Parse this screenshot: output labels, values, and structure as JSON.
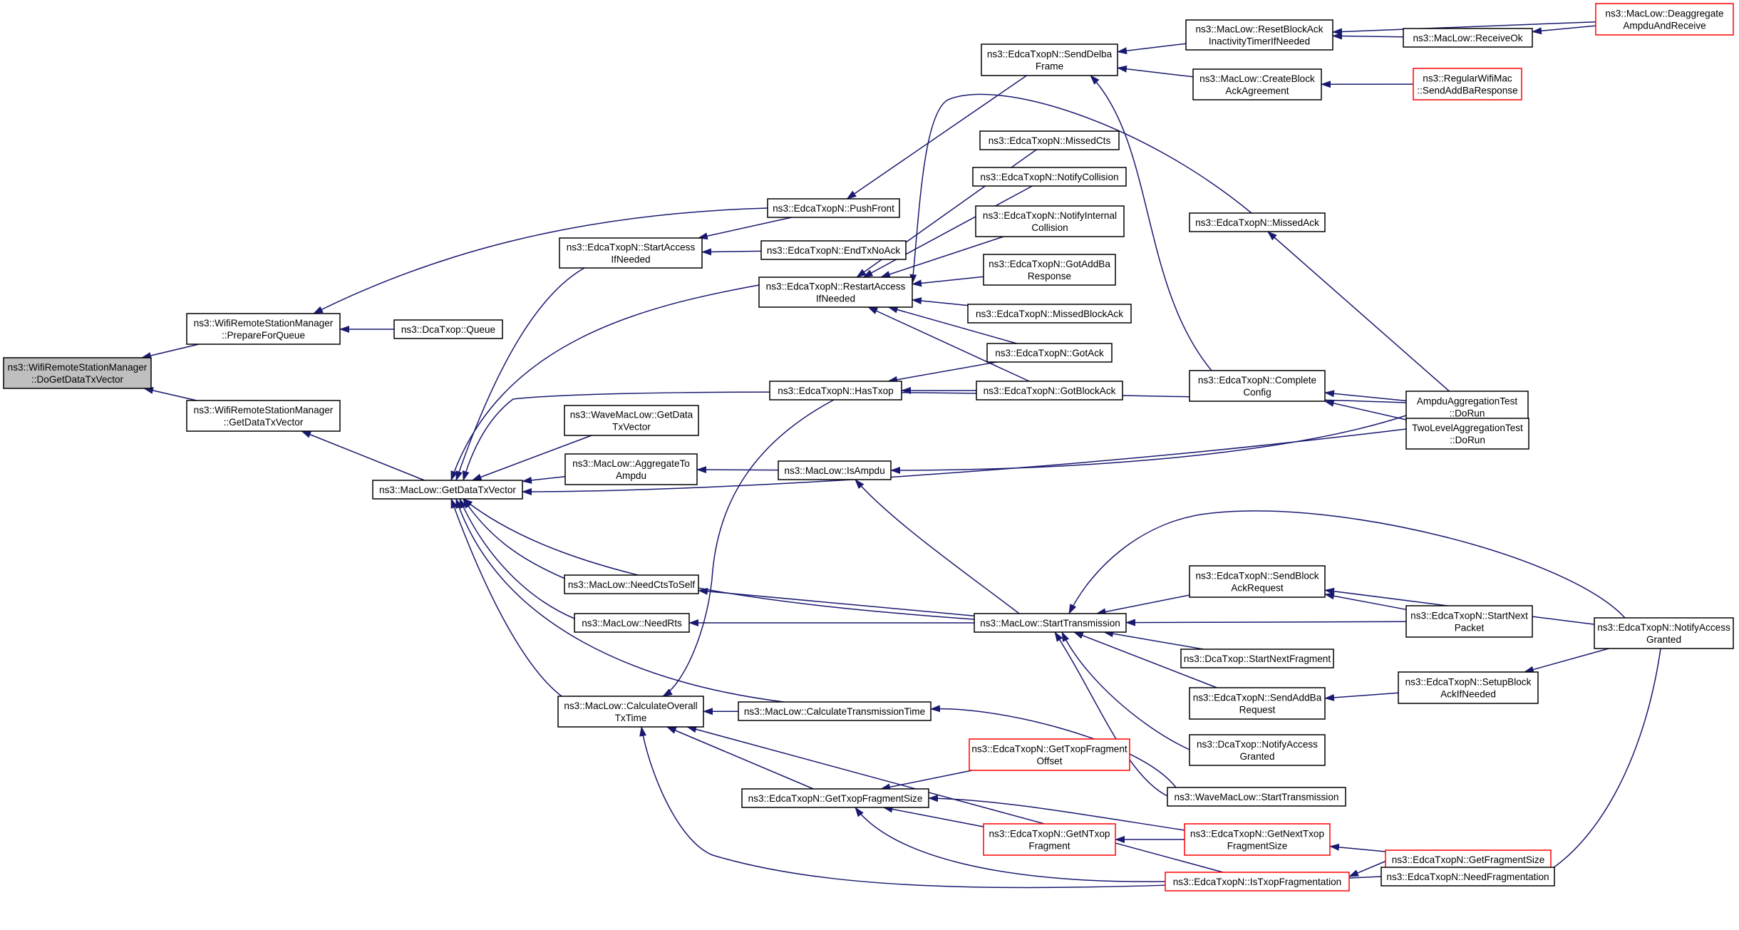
{
  "colors": {
    "edge": "#191970",
    "root_fill": "#bfbfbf",
    "truncated_border": "#ff0000",
    "node_border": "#000000",
    "background": "#ffffff"
  },
  "nodes": [
    {
      "id": "root",
      "lines": [
        "ns3::WifiRemoteStationManager",
        "::DoGetDataTxVector"
      ],
      "root": true
    },
    {
      "id": "prepareForQueue",
      "lines": [
        "ns3::WifiRemoteStationManager",
        "::PrepareForQueue"
      ]
    },
    {
      "id": "wrsmGetDataTxVector",
      "lines": [
        "ns3::WifiRemoteStationManager",
        "::GetDataTxVector"
      ]
    },
    {
      "id": "dcaQueue",
      "lines": [
        "ns3::DcaTxop::Queue"
      ]
    },
    {
      "id": "macGetDataTxVector",
      "lines": [
        "ns3::MacLow::GetDataTxVector"
      ]
    },
    {
      "id": "startAccess",
      "lines": [
        "ns3::EdcaTxopN::StartAccess",
        "IfNeeded"
      ]
    },
    {
      "id": "pushFront",
      "lines": [
        "ns3::EdcaTxopN::PushFront"
      ]
    },
    {
      "id": "endTxNoAck",
      "lines": [
        "ns3::EdcaTxopN::EndTxNoAck"
      ]
    },
    {
      "id": "restartAccess",
      "lines": [
        "ns3::EdcaTxopN::RestartAccess",
        "IfNeeded"
      ]
    },
    {
      "id": "sendDelba",
      "lines": [
        "ns3::EdcaTxopN::SendDelba",
        "Frame"
      ]
    },
    {
      "id": "resetBlockAck",
      "lines": [
        "ns3::MacLow::ResetBlockAck",
        "InactivityTimerIfNeeded"
      ]
    },
    {
      "id": "createBlockAck",
      "lines": [
        "ns3::MacLow::CreateBlock",
        "AckAgreement"
      ]
    },
    {
      "id": "receiveOk",
      "lines": [
        "ns3::MacLow::ReceiveOk"
      ]
    },
    {
      "id": "deaggregate",
      "lines": [
        "ns3::MacLow::Deaggregate",
        "AmpduAndReceive"
      ],
      "truncated": true
    },
    {
      "id": "sendAddBaResp",
      "lines": [
        "ns3::RegularWifiMac",
        "::SendAddBaResponse"
      ],
      "truncated": true
    },
    {
      "id": "missedCts",
      "lines": [
        "ns3::EdcaTxopN::MissedCts"
      ]
    },
    {
      "id": "notifyCollision",
      "lines": [
        "ns3::EdcaTxopN::NotifyCollision"
      ]
    },
    {
      "id": "notifyInternal",
      "lines": [
        "ns3::EdcaTxopN::NotifyInternal",
        "Collision"
      ]
    },
    {
      "id": "gotAddBa",
      "lines": [
        "ns3::EdcaTxopN::GotAddBa",
        "Response"
      ]
    },
    {
      "id": "missedBlockAck",
      "lines": [
        "ns3::EdcaTxopN::MissedBlockAck"
      ]
    },
    {
      "id": "gotAck",
      "lines": [
        "ns3::EdcaTxopN::GotAck"
      ]
    },
    {
      "id": "gotBlockAck",
      "lines": [
        "ns3::EdcaTxopN::GotBlockAck"
      ]
    },
    {
      "id": "missedAck",
      "lines": [
        "ns3::EdcaTxopN::MissedAck"
      ]
    },
    {
      "id": "completeConfig",
      "lines": [
        "ns3::EdcaTxopN::Complete",
        "Config"
      ]
    },
    {
      "id": "hasTxop",
      "lines": [
        "ns3::EdcaTxopN::HasTxop"
      ]
    },
    {
      "id": "ampduTest",
      "lines": [
        "AmpduAggregationTest",
        "::DoRun"
      ]
    },
    {
      "id": "twoLevelTest",
      "lines": [
        "TwoLevelAggregationTest",
        "::DoRun"
      ]
    },
    {
      "id": "waveGetData",
      "lines": [
        "ns3::WaveMacLow::GetData",
        "TxVector"
      ]
    },
    {
      "id": "aggregateTo",
      "lines": [
        "ns3::MacLow::AggregateTo",
        "Ampdu"
      ]
    },
    {
      "id": "isAmpdu",
      "lines": [
        "ns3::MacLow::IsAmpdu"
      ]
    },
    {
      "id": "needCtsToSelf",
      "lines": [
        "ns3::MacLow::NeedCtsToSelf"
      ]
    },
    {
      "id": "needRts",
      "lines": [
        "ns3::MacLow::NeedRts"
      ]
    },
    {
      "id": "startTransmission",
      "lines": [
        "ns3::MacLow::StartTransmission"
      ]
    },
    {
      "id": "sendBlockAckReq",
      "lines": [
        "ns3::EdcaTxopN::SendBlock",
        "AckRequest"
      ]
    },
    {
      "id": "startNextPacket",
      "lines": [
        "ns3::EdcaTxopN::StartNext",
        "Packet"
      ]
    },
    {
      "id": "notifyAccessGranted",
      "lines": [
        "ns3::EdcaTxopN::NotifyAccess",
        "Granted"
      ]
    },
    {
      "id": "dcaStartNextFrag",
      "lines": [
        "ns3::DcaTxop::StartNextFragment"
      ]
    },
    {
      "id": "sendAddBaReq",
      "lines": [
        "ns3::EdcaTxopN::SendAddBa",
        "Request"
      ]
    },
    {
      "id": "setupBlockAck",
      "lines": [
        "ns3::EdcaTxopN::SetupBlock",
        "AckIfNeeded"
      ]
    },
    {
      "id": "dcaNotifyAccess",
      "lines": [
        "ns3::DcaTxop::NotifyAccess",
        "Granted"
      ]
    },
    {
      "id": "calcOverall",
      "lines": [
        "ns3::MacLow::CalculateOverall",
        "TxTime"
      ]
    },
    {
      "id": "calcTransTime",
      "lines": [
        "ns3::MacLow::CalculateTransmissionTime"
      ]
    },
    {
      "id": "waveStartTrans",
      "lines": [
        "ns3::WaveMacLow::StartTransmission"
      ]
    },
    {
      "id": "getTxopFragOffset",
      "lines": [
        "ns3::EdcaTxopN::GetTxopFragment",
        "Offset"
      ],
      "truncated": true
    },
    {
      "id": "getTxopFragSize",
      "lines": [
        "ns3::EdcaTxopN::GetTxopFragmentSize"
      ]
    },
    {
      "id": "getNTxopFrag",
      "lines": [
        "ns3::EdcaTxopN::GetNTxop",
        "Fragment"
      ],
      "truncated": true
    },
    {
      "id": "getNextTxopFragSize",
      "lines": [
        "ns3::EdcaTxopN::GetNextTxop",
        "FragmentSize"
      ],
      "truncated": true
    },
    {
      "id": "getFragmentSize",
      "lines": [
        "ns3::EdcaTxopN::GetFragmentSize"
      ],
      "truncated": true
    },
    {
      "id": "isTxopFrag",
      "lines": [
        "ns3::EdcaTxopN::IsTxopFragmentation"
      ],
      "truncated": true
    },
    {
      "id": "needFragmentation",
      "lines": [
        "ns3::EdcaTxopN::NeedFragmentation"
      ]
    }
  ],
  "edges": [
    [
      "prepareForQueue",
      "root"
    ],
    [
      "wrsmGetDataTxVector",
      "root"
    ],
    [
      "dcaQueue",
      "prepareForQueue"
    ],
    [
      "pushFront",
      "prepareForQueue"
    ],
    [
      "macGetDataTxVector",
      "wrsmGetDataTxVector"
    ],
    [
      "startAccess",
      "macGetDataTxVector"
    ],
    [
      "restartAccess",
      "macGetDataTxVector"
    ],
    [
      "waveGetData",
      "macGetDataTxVector"
    ],
    [
      "aggregateTo",
      "macGetDataTxVector"
    ],
    [
      "twoLevelTest",
      "macGetDataTxVector"
    ],
    [
      "startTransmission",
      "macGetDataTxVector"
    ],
    [
      "needCtsToSelf",
      "macGetDataTxVector"
    ],
    [
      "needRts",
      "macGetDataTxVector"
    ],
    [
      "calcOverall",
      "macGetDataTxVector"
    ],
    [
      "calcTransTime",
      "macGetDataTxVector"
    ],
    [
      "pushFront",
      "startAccess"
    ],
    [
      "endTxNoAck",
      "startAccess"
    ],
    [
      "sendDelba",
      "pushFront"
    ],
    [
      "resetBlockAck",
      "sendDelba"
    ],
    [
      "createBlockAck",
      "sendDelba"
    ],
    [
      "receiveOk",
      "resetBlockAck"
    ],
    [
      "deaggregate",
      "resetBlockAck"
    ],
    [
      "deaggregate",
      "receiveOk"
    ],
    [
      "sendAddBaResp",
      "createBlockAck"
    ],
    [
      "missedCts",
      "restartAccess"
    ],
    [
      "notifyCollision",
      "restartAccess"
    ],
    [
      "notifyInternal",
      "restartAccess"
    ],
    [
      "gotAddBa",
      "restartAccess"
    ],
    [
      "missedBlockAck",
      "restartAccess"
    ],
    [
      "gotAck",
      "restartAccess"
    ],
    [
      "gotBlockAck",
      "restartAccess"
    ],
    [
      "missedAck",
      "restartAccess"
    ],
    [
      "ampduTest",
      "macGetDataTxVector"
    ],
    [
      "gotAck",
      "hasTxop"
    ],
    [
      "gotBlockAck",
      "hasTxop"
    ],
    [
      "ampduTest",
      "missedAck"
    ],
    [
      "completeConfig",
      "sendDelba"
    ],
    [
      "ampduTest",
      "completeConfig"
    ],
    [
      "twoLevelTest",
      "completeConfig"
    ],
    [
      "isAmpdu",
      "aggregateTo"
    ],
    [
      "ampduTest",
      "isAmpdu"
    ],
    [
      "startTransmission",
      "isAmpdu"
    ],
    [
      "startTransmission",
      "needCtsToSelf"
    ],
    [
      "startTransmission",
      "needRts"
    ],
    [
      "sendBlockAckReq",
      "startTransmission"
    ],
    [
      "startNextPacket",
      "startTransmission"
    ],
    [
      "notifyAccessGranted",
      "startTransmission"
    ],
    [
      "dcaStartNextFrag",
      "startTransmission"
    ],
    [
      "sendAddBaReq",
      "startTransmission"
    ],
    [
      "dcaNotifyAccess",
      "startTransmission"
    ],
    [
      "waveStartTrans",
      "startTransmission"
    ],
    [
      "startNextPacket",
      "sendBlockAckReq"
    ],
    [
      "notifyAccessGranted",
      "sendBlockAckReq"
    ],
    [
      "setupBlockAck",
      "sendAddBaReq"
    ],
    [
      "notifyAccessGranted",
      "setupBlockAck"
    ],
    [
      "calcTransTime",
      "calcOverall"
    ],
    [
      "waveStartTrans",
      "calcTransTime"
    ],
    [
      "getTxopFragSize",
      "calcOverall"
    ],
    [
      "isTxopFrag",
      "calcOverall"
    ],
    [
      "needFragmentation",
      "calcOverall"
    ],
    [
      "hasTxop",
      "calcOverall"
    ],
    [
      "getTxopFragOffset",
      "getTxopFragSize"
    ],
    [
      "getNTxopFrag",
      "getTxopFragSize"
    ],
    [
      "getNextTxopFragSize",
      "getTxopFragSize"
    ],
    [
      "isTxopFrag",
      "getTxopFragSize"
    ],
    [
      "getNextTxopFragSize",
      "getNTxopFrag"
    ],
    [
      "getFragmentSize",
      "getNextTxopFragSize"
    ],
    [
      "getFragmentSize",
      "isTxopFrag"
    ],
    [
      "notifyAccessGranted",
      "needFragmentation"
    ]
  ]
}
